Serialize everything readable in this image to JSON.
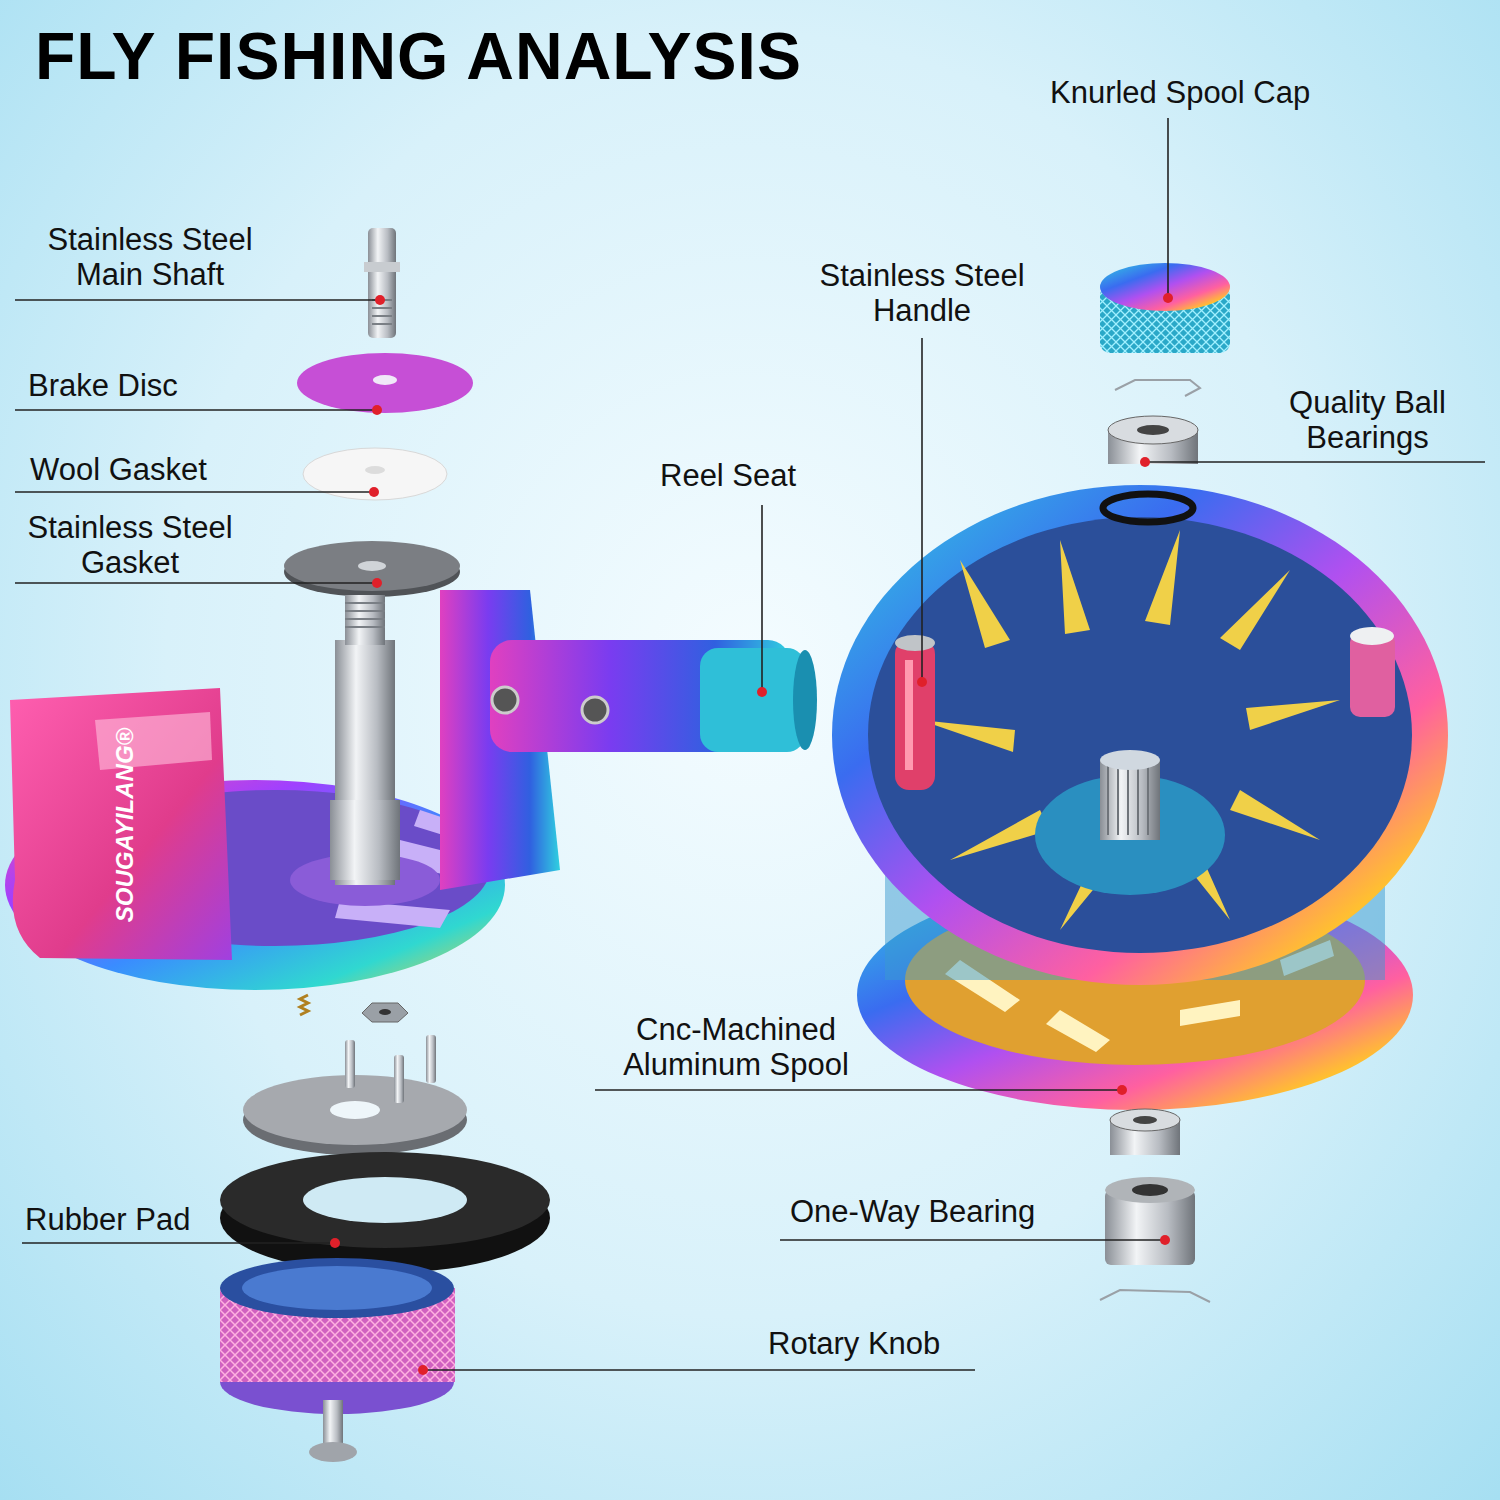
{
  "diagram": {
    "title": "FLY FISHING ANALYSIS",
    "labels": [
      "Stainless Steel Main Shaft",
      "Brake Disc",
      "Wool Gasket",
      "Stainless Steel Gasket",
      "Reel Seat",
      "Rubber Pad",
      "Rotary Knob",
      "Knurled Spool Cap",
      "Stainless Steel Handle",
      "Quality Ball Bearings",
      "Cnc-Machined Aluminum Spool",
      "One-Way Bearing",
      "SOUGAYILANG®"
    ]
  }
}
